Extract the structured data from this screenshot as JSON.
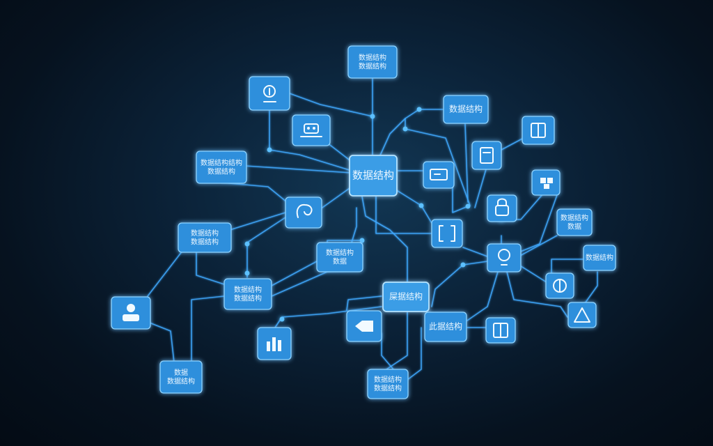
{
  "diagram": {
    "center_label": "数据结构",
    "secondary_label": "屎据结构",
    "label_top": "数据结构\n数据结构",
    "label_top_right": "数据结构",
    "label_left_upper": "数据结构结构\n数据结构",
    "label_left_mid": "数据结构\n数据结构",
    "label_mid_center": "数据结构\n数据",
    "label_mid_lower": "数据结构\n数据结构",
    "label_right_upper": "数据结构\n数据",
    "label_right_mid": "数据结构",
    "label_lower_right": "此据结构",
    "label_bottom_left": "数据\n数据结构",
    "label_bottom": "数据结构\n数据结构"
  },
  "colors": {
    "background": "#06121f",
    "node_fill": "#2f8fdc",
    "node_border": "#8fd4ff",
    "edge": "#3fa9ff"
  }
}
